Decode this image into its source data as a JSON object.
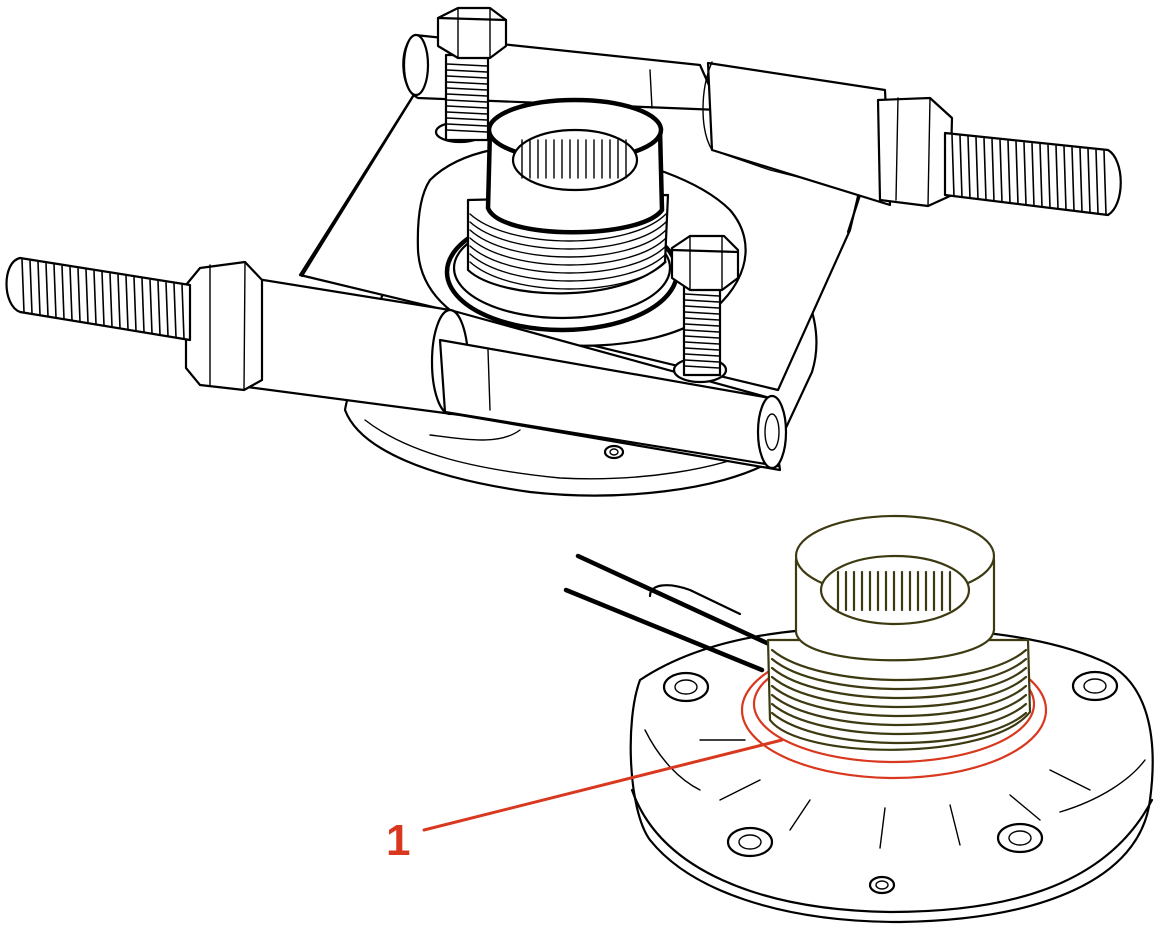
{
  "callouts": [
    {
      "label": "1"
    }
  ],
  "colors": {
    "line": "#000000",
    "highlight": "#d9381e",
    "component": "#3d3a12",
    "background": "#ffffff"
  },
  "icons": {
    "upper_assembly": "puller-tool-on-bearing-hub",
    "lower_assembly": "bearing-hub-with-seal-and-pry-tool"
  }
}
